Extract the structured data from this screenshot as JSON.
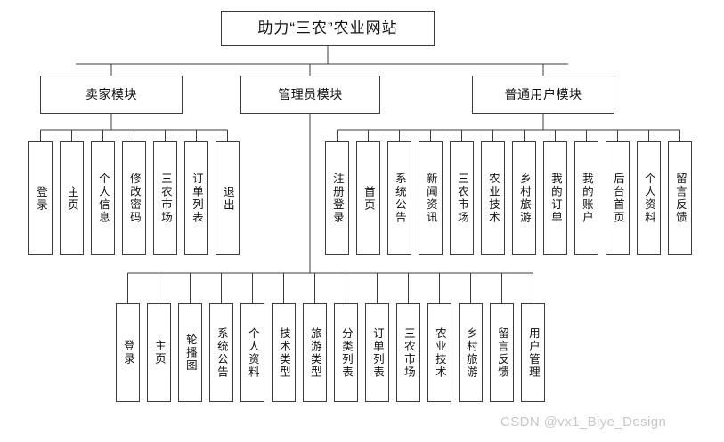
{
  "diagram": {
    "type": "org-chart",
    "title": "助力“三农”农业网站",
    "watermark": "CSDN @vx1_Biye_Design",
    "colors": {
      "box_border": "#3c3c3c",
      "box_fill": "#ffffff",
      "connector": "#3c3c3c",
      "text": "#111111",
      "watermark": "#c8c8c8"
    },
    "root": {
      "label": "助力“三农”农业网站"
    },
    "modules": [
      {
        "key": "seller",
        "label": "卖家模块"
      },
      {
        "key": "admin",
        "label": "管理员模块"
      },
      {
        "key": "user",
        "label": "普通用户模块"
      }
    ],
    "seller_items": [
      {
        "label": "登录"
      },
      {
        "label": "主页"
      },
      {
        "label": "个人信息"
      },
      {
        "label": "修改密码"
      },
      {
        "label": "三农市场"
      },
      {
        "label": "订单列表"
      },
      {
        "label": "退出"
      }
    ],
    "user_items": [
      {
        "label": "注册登录"
      },
      {
        "label": "首页"
      },
      {
        "label": "系统公告"
      },
      {
        "label": "新闻资讯"
      },
      {
        "label": "三农市场"
      },
      {
        "label": "农业技术"
      },
      {
        "label": "乡村旅游"
      },
      {
        "label": "我的订单"
      },
      {
        "label": "我的账户"
      },
      {
        "label": "后台首页"
      },
      {
        "label": "个人资料"
      },
      {
        "label": "留言反馈"
      }
    ],
    "admin_items": [
      {
        "label": "登录"
      },
      {
        "label": "主页"
      },
      {
        "label": "轮播图"
      },
      {
        "label": "系统公告"
      },
      {
        "label": "个人资料"
      },
      {
        "label": "技术类型"
      },
      {
        "label": "旅游类型"
      },
      {
        "label": "分类列表"
      },
      {
        "label": "订单列表"
      },
      {
        "label": "三农市场"
      },
      {
        "label": "农业技术"
      },
      {
        "label": "乡村旅游"
      },
      {
        "label": "留言反馈"
      },
      {
        "label": "用户管理"
      }
    ]
  }
}
